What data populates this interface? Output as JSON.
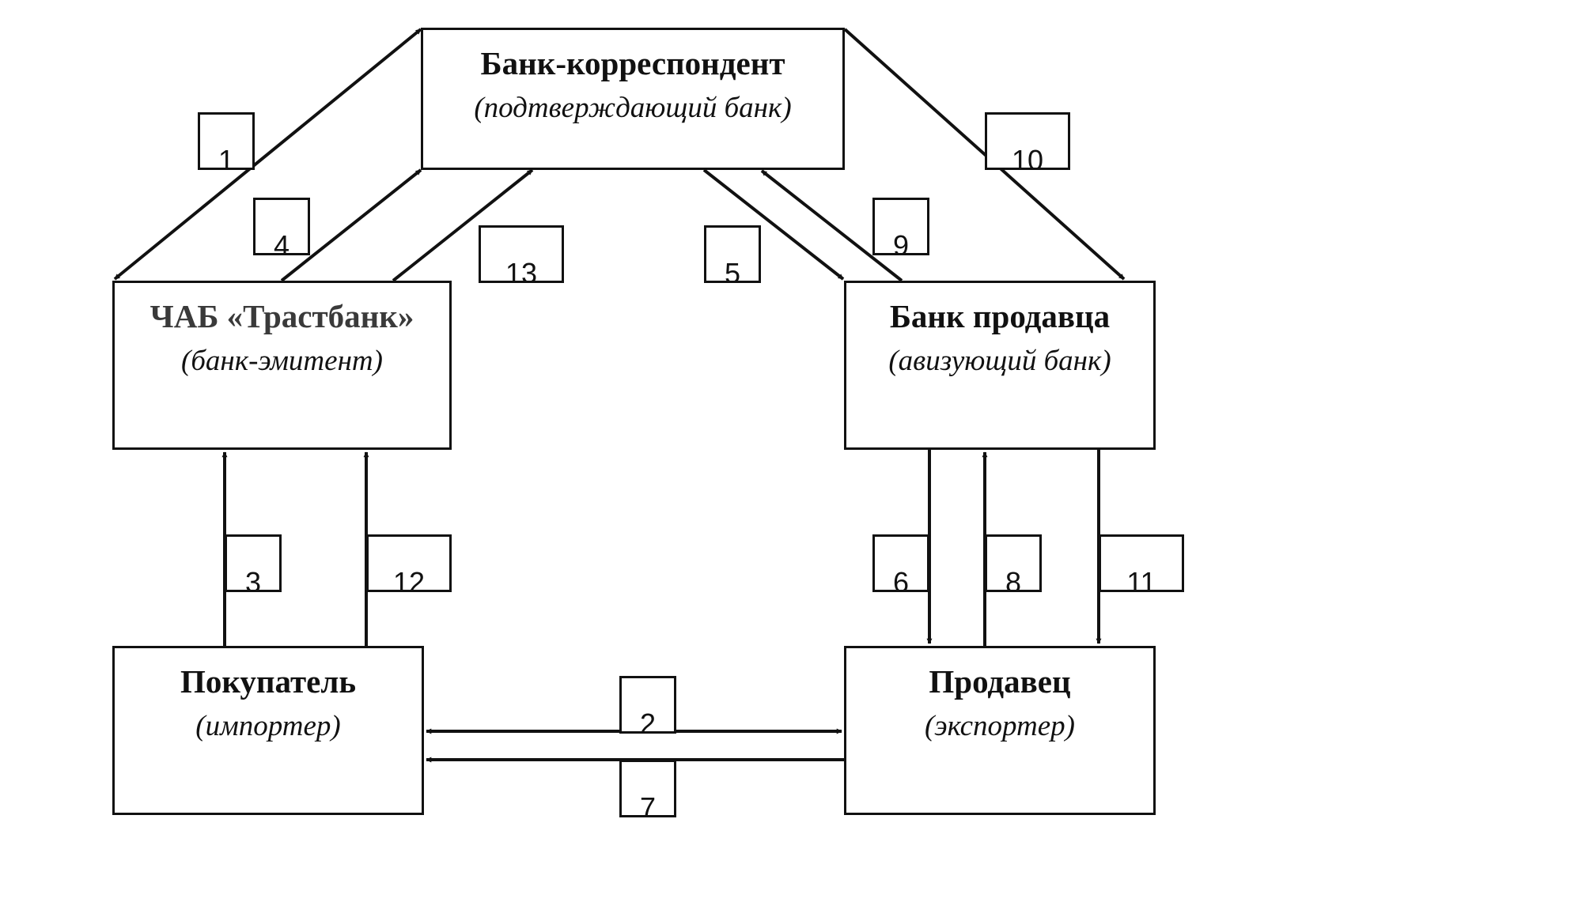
{
  "nodes": {
    "correspondent": {
      "title": "Банк-корреспондент",
      "subtitle": "(подтверждающий банк)"
    },
    "issuing": {
      "title": "ЧАБ «Трастбанк»",
      "subtitle": "(банк-эмитент)"
    },
    "advising": {
      "title": "Банк продавца",
      "subtitle": "(авизующий банк)"
    },
    "buyer": {
      "title": "Покупатель",
      "subtitle": "(импортер)"
    },
    "seller": {
      "title": "Продавец",
      "subtitle": "(экспортер)"
    }
  },
  "steps": [
    "1",
    "2",
    "3",
    "4",
    "5",
    "6",
    "7",
    "8",
    "9",
    "10",
    "11",
    "12",
    "13"
  ],
  "colors": {
    "line": "#111111",
    "background": "#ffffff"
  }
}
